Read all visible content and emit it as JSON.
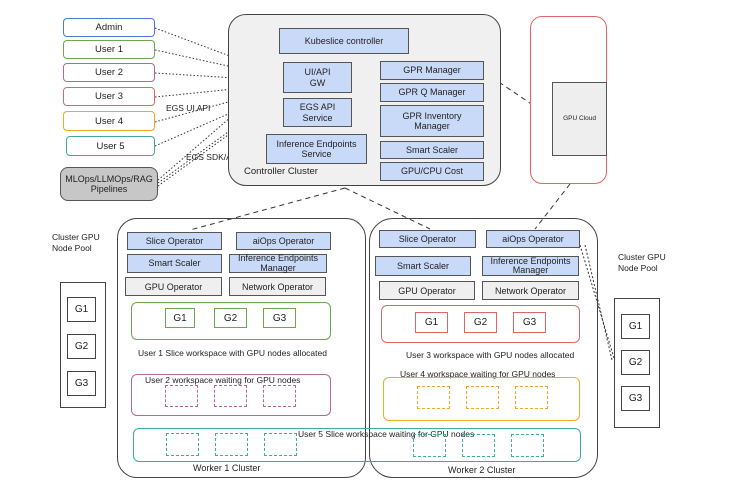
{
  "users": [
    "Admin",
    "User 1",
    "User 2",
    "User 3",
    "User 4",
    "User 5"
  ],
  "pipelines": "MLOps/LLMOps/RAG Pipelines",
  "edge_labels": {
    "ui_api": "EGS UI API",
    "sdk_api": "EGS  SDK/API"
  },
  "controller": {
    "title": "Controller Cluster",
    "kubeslice": "Kubeslice controller",
    "ui_api_gw": "UI/API GW",
    "egs_api": "EGS API Service",
    "inference_endpoints": "Inference Endpoints Service",
    "gpr_manager": "GPR Manager",
    "gpr_q_manager": "GPR Q Manager",
    "gpr_inventory_manager": "GPR Inventory Manager",
    "smart_scaler": "Smart Scaler",
    "gpu_cpu_cost": "GPU/CPU Cost"
  },
  "gpu_cloud": "GPU Cloud",
  "worker1": {
    "title": "Worker 1 Cluster",
    "slice_operator": "Slice Operator",
    "aiops_operator": "aiOps  Operator",
    "smart_scaler": "Smart Scaler",
    "inference_manager": "Inference Endpoints Manager",
    "gpu_operator": "GPU Operator",
    "network_operator": "Network Operator",
    "gpus": [
      "G1",
      "G2",
      "G3"
    ],
    "user1_label": "User 1  Slice workspace  with GPU nodes allocated",
    "user2_label": "User 2 workspace  waiting for GPU nodes"
  },
  "worker2": {
    "title": "Worker 2 Cluster",
    "slice_operator": "Slice Operator",
    "aiops_operator": "aiOps  Operator",
    "smart_scaler": "Smart Scaler",
    "inference_manager": "Inference Endpoints Manager",
    "gpu_operator": "GPU Operator",
    "network_operator": "Network Operator",
    "gpus": [
      "G1",
      "G2",
      "G3"
    ],
    "user3_label": "User 3 workspace  with GPU nodes allocated",
    "user4_label": "User 4 workspace waiting for  GPU nodes"
  },
  "user5_label": "User 5 Slice workspace  waiting for GPU nodes",
  "pool_left": {
    "title": "Cluster GPU Node Pool",
    "nodes": [
      "G1",
      "G2",
      "G3"
    ]
  },
  "pool_right": {
    "title": "Cluster GPU Node Pool",
    "nodes": [
      "G1",
      "G2",
      "G3"
    ]
  },
  "colors": {
    "admin": "#4a7bd0",
    "user1": "#6aa84f",
    "user2": "#b4679a",
    "user3": "#e06666",
    "user4": "#f1a826",
    "user5": "#45a8a0",
    "service_blue": "#c9daf8",
    "gray": "#efefef"
  }
}
